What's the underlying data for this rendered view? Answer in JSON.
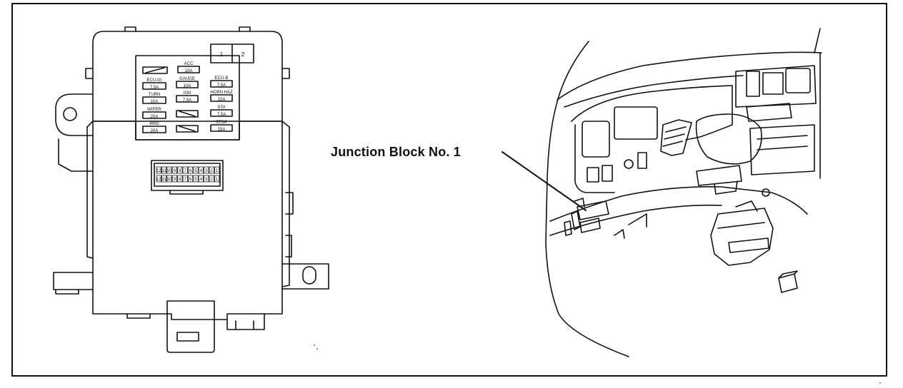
{
  "callout": {
    "label": "Junction Block No. 1"
  },
  "fuse_panel": {
    "relay_labels": [
      "1",
      "2"
    ],
    "fuses": [
      {
        "name": "",
        "rating": ""
      },
      {
        "name": "ACC",
        "rating": "15A"
      },
      {
        "name": "ECU-IG",
        "rating": "7.5A"
      },
      {
        "name": "GAUGE",
        "rating": "10A"
      },
      {
        "name": "ECU-B",
        "rating": "7.5A"
      },
      {
        "name": "TURN",
        "rating": "10A"
      },
      {
        "name": "IGN",
        "rating": "7.5A"
      },
      {
        "name": "HORN HAZ",
        "rating": "15A"
      },
      {
        "name": "WIPER",
        "rating": "20A"
      },
      {
        "name": "",
        "rating": ""
      },
      {
        "name": "STA",
        "rating": "7.5A"
      },
      {
        "name": "4WD",
        "rating": "20A"
      },
      {
        "name": "",
        "rating": ""
      },
      {
        "name": "STOP",
        "rating": "15A"
      }
    ]
  },
  "connector": {
    "top_pins": [
      "12",
      "11",
      "10",
      "9",
      "8",
      "7",
      "6",
      "5",
      "4",
      "3",
      "2",
      "1"
    ],
    "bottom_pins": [
      "12",
      "11",
      "10",
      "9",
      "8",
      "7",
      "6",
      "5",
      "4",
      "3",
      "2",
      "1"
    ]
  },
  "colors": {
    "line": "#111111",
    "paper": "#ffffff"
  }
}
